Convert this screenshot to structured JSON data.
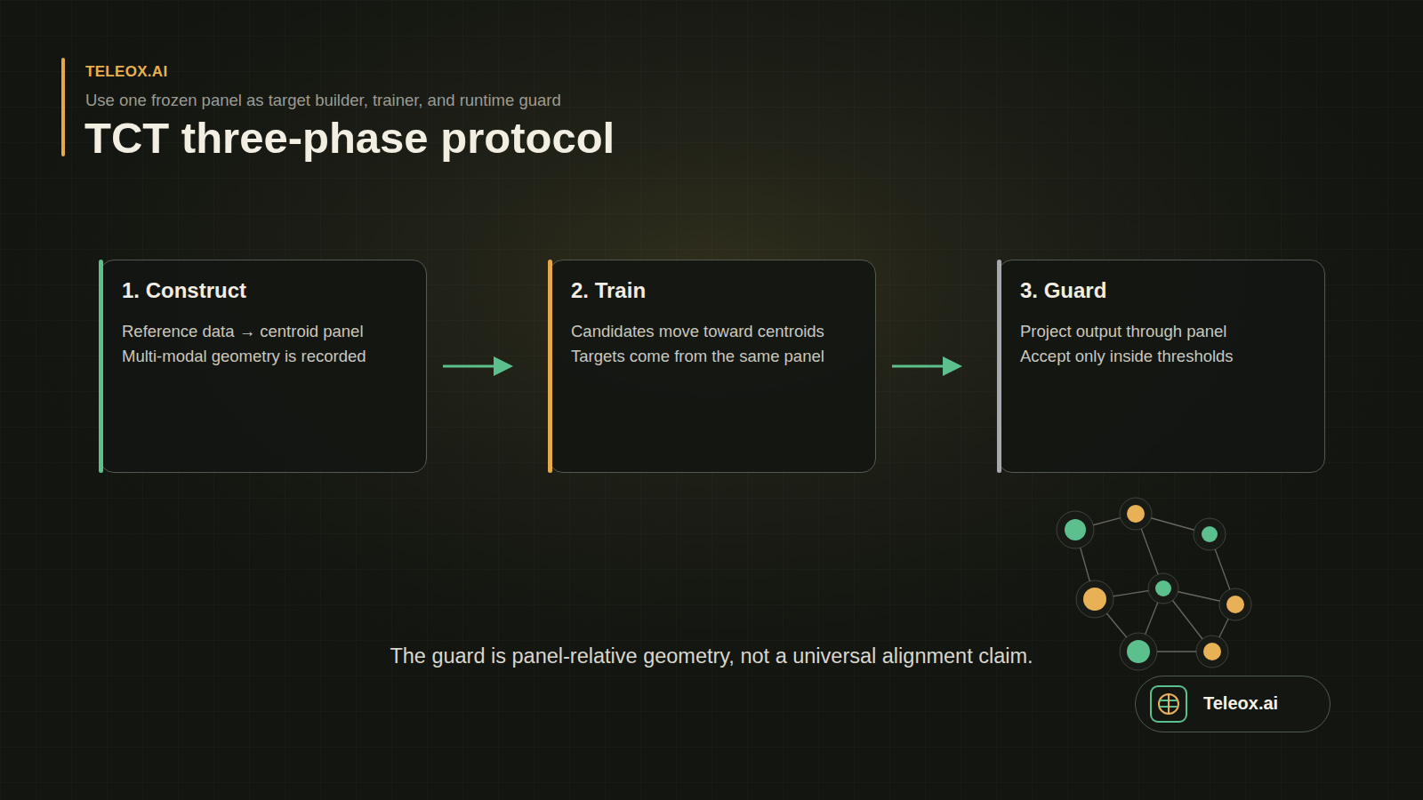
{
  "diagram": {
    "title": "TCT three-phase protocol",
    "caption": "The guard is panel-relative geometry, not a universal alignment claim.",
    "nodes": [
      {
        "text": [
          "1. Construct",
          "Reference data → centroid panel",
          "Multi-modal geometry is recorded"
        ]
      },
      {
        "text": [
          "2. Train",
          "Candidates move toward centroids",
          "Targets come from the same panel"
        ]
      },
      {
        "text": [
          "3. Guard",
          "Project output through panel",
          "Accept only inside thresholds"
        ]
      },
      {
        "text": [
          "Teleox.ai"
        ]
      }
    ],
    "edges": [
      {
        "from": 0,
        "to": 1,
        "arrow": "to"
      },
      {
        "from": 1,
        "to": 2,
        "arrow": "to"
      }
    ],
    "labels": [
      "TELEOX.AI",
      "Use one frozen panel as target builder, trainer, and runtime guard"
    ]
  }
}
